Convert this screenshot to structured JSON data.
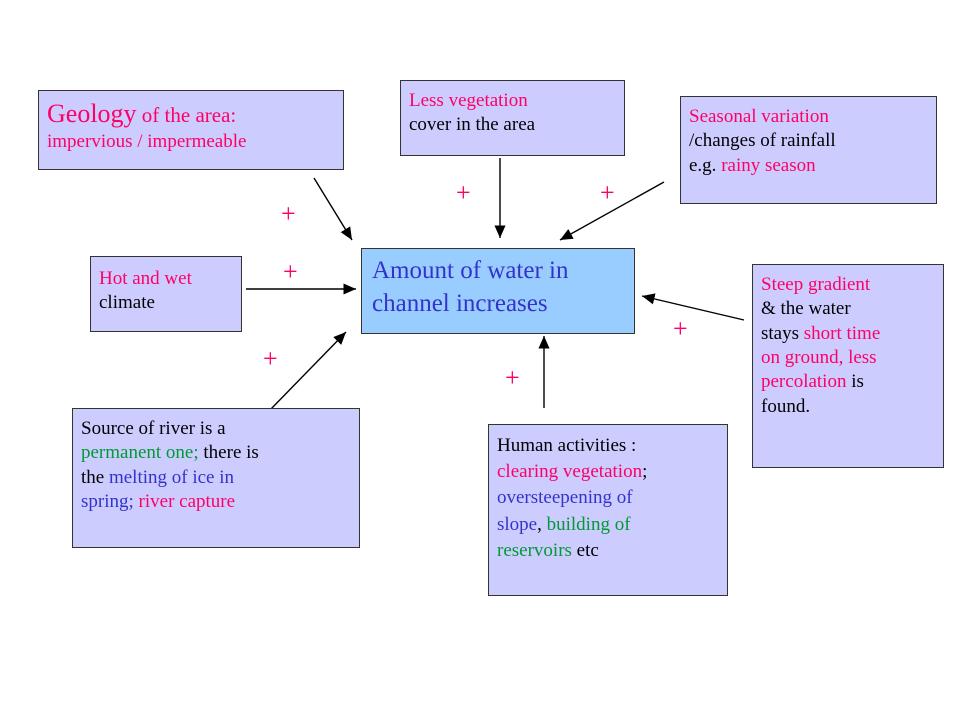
{
  "center": {
    "line1": "Amount of water in",
    "line2": "channel increases"
  },
  "geology": {
    "word": "Geology",
    "rest": " of the area:",
    "line2": "impervious / impermeable"
  },
  "vegetation": {
    "line1": "Less vegetation",
    "line2": "cover in the area"
  },
  "seasonal": {
    "line1": "Seasonal variation",
    "line2": "/changes of rainfall",
    "line3_prefix": "e.g. ",
    "line3_colored": "rainy season"
  },
  "climate": {
    "line1": "Hot and wet",
    "line2": "climate"
  },
  "gradient": {
    "line1": "Steep gradient",
    "line2": "& the water",
    "line3_prefix": "stays ",
    "line3_colored": "short time",
    "line4": "on ground, less",
    "line5_colored": "percolation",
    "line5_suffix": " is",
    "line6": "found."
  },
  "source": {
    "line1": "Source of river is a",
    "line2_colored": "permanent one;",
    "line2_suffix": " there is",
    "line3_prefix": "the ",
    "line3_colored": "melting of ice in",
    "line4_colored_a": "spring;",
    "line4_colored_b": " river capture"
  },
  "human": {
    "line1": "Human activities :",
    "line2_colored": "clearing vegetation",
    "line2_suffix": ";",
    "line3_colored": "oversteepening of",
    "line4_colored": "slope",
    "line4_mid": ", ",
    "line4_colored_b": "building of",
    "line5_colored": "reservoirs",
    "line5_suffix": " etc"
  },
  "plus_sign": "+",
  "colors": {
    "magenta": "#ff0066",
    "green": "#009933",
    "blue": "#3333cc",
    "box_fill": "#ccccff",
    "center_fill": "#99ccff"
  }
}
